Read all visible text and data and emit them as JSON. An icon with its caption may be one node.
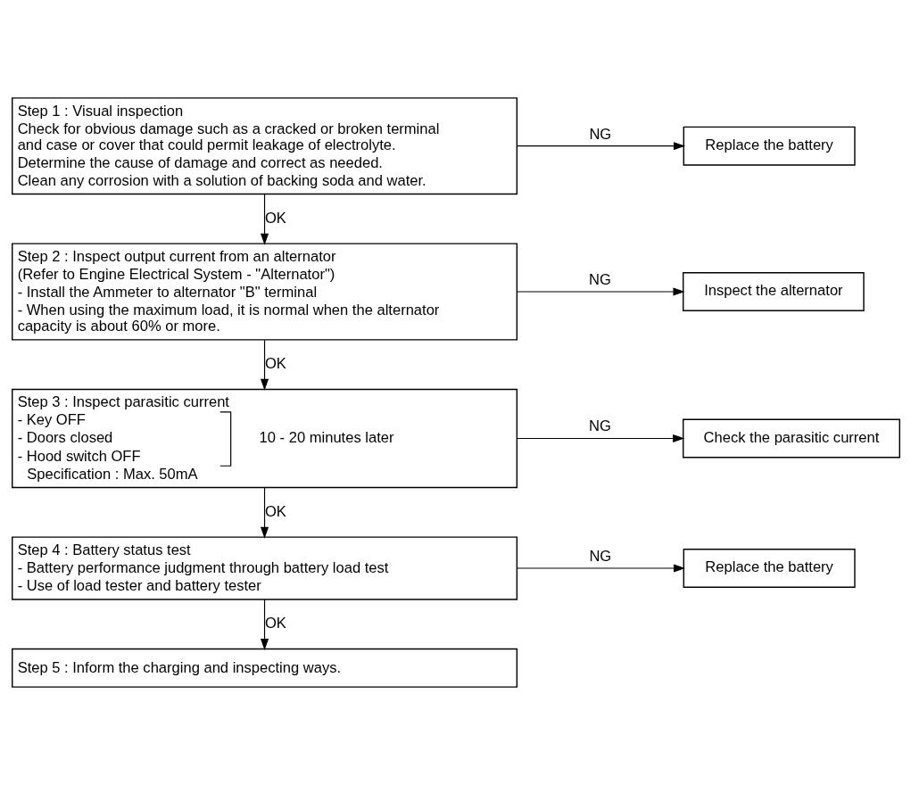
{
  "diagram": {
    "nodes": [
      {
        "text": [
          "Step 1 : Visual inspection",
          "Check for obvious damage such as a cracked or broken terminal and case or cover that could permit leakage of electrolyte.",
          "Determine the cause of damage and correct as needed.",
          "Clean any corrosion with a solution of backing soda and water."
        ]
      },
      {
        "text": [
          "Replace the battery"
        ]
      },
      {
        "text": [
          "Step 2 : Inspect output current from an alternator",
          "(Refer to Engine Electrical System - \"Alternator\")",
          "- Install the Ammeter to alternator \"B\" terminal",
          "- When using the maximum load, it is normal when the alternator capacity is about 60% or more."
        ]
      },
      {
        "text": [
          "Inspect the alternator"
        ]
      },
      {
        "text": [
          "Step 3 : Inspect parasitic current",
          "- Key OFF",
          "- Doors closed",
          "10 - 20 minutes later",
          "- Hood switch OFF",
          "Specification : Max. 50mA"
        ]
      },
      {
        "text": [
          "Check the parasitic current"
        ]
      },
      {
        "text": [
          "Step 4 : Battery status test",
          "- Battery performance judgment through battery load test",
          "- Use of load tester and battery tester"
        ]
      },
      {
        "text": [
          "Replace the battery"
        ]
      },
      {
        "text": [
          "Step 5 : Inform the charging and inspecting ways."
        ]
      }
    ],
    "edges": [
      {
        "from": 0,
        "to": 1,
        "arrow": "to",
        "label": "NG"
      },
      {
        "from": 0,
        "to": 2,
        "arrow": "to",
        "label": "OK"
      },
      {
        "from": 2,
        "to": 3,
        "arrow": "to",
        "label": "NG"
      },
      {
        "from": 2,
        "to": 4,
        "arrow": "to",
        "label": "OK"
      },
      {
        "from": 4,
        "to": 5,
        "arrow": "to",
        "label": "NG"
      },
      {
        "from": 4,
        "to": 6,
        "arrow": "to",
        "label": "OK"
      },
      {
        "from": 6,
        "to": 7,
        "arrow": "to",
        "label": "NG"
      },
      {
        "from": 6,
        "to": 8,
        "arrow": "to",
        "label": "OK"
      }
    ]
  }
}
